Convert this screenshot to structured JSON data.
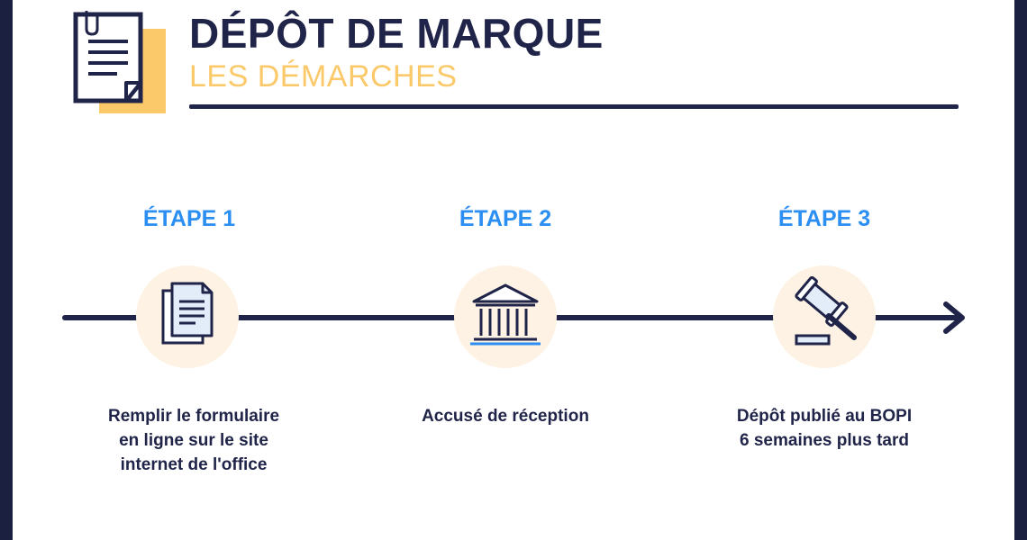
{
  "header": {
    "title": "DÉPÔT DE MARQUE",
    "subtitle": "LES DÉMARCHES",
    "icon": "document-clip-icon"
  },
  "colors": {
    "background_frame": "#1b2040",
    "navy": "#1f2448",
    "accent_yellow": "#fbc96a",
    "step_blue": "#2a8ef2",
    "circle_fill": "#fdf2e3"
  },
  "steps": [
    {
      "label": "ÉTAPE 1",
      "icon": "documents-icon",
      "description": "Remplir le formulaire\nen ligne sur le site\ninternet de l'office"
    },
    {
      "label": "ÉTAPE 2",
      "icon": "institution-building-icon",
      "description": "Accusé de réception"
    },
    {
      "label": "ÉTAPE 3",
      "icon": "gavel-icon",
      "description": "Dépôt publié au BOPI\n6 semaines plus tard"
    }
  ]
}
